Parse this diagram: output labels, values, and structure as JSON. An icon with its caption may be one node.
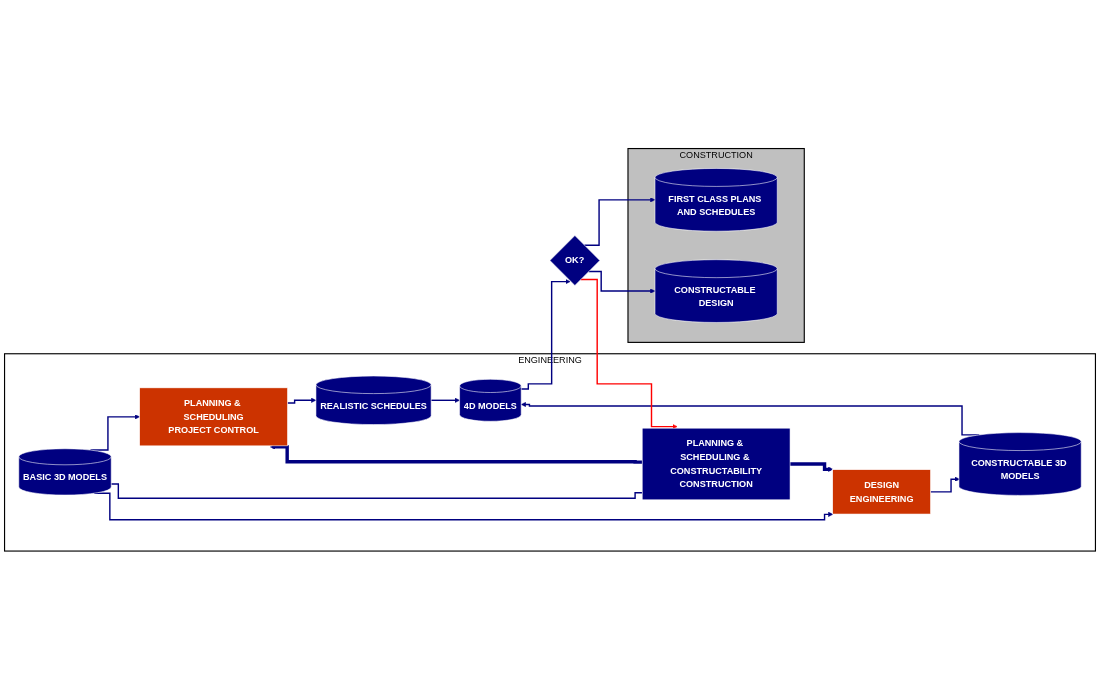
{
  "diagram": {
    "nodes": [
      {
        "text": [
          "ENGINEERING"
        ]
      },
      {
        "text": [
          "CONSTRUCTION"
        ]
      },
      {
        "text": [
          "BASIC 3D MODELS"
        ],
        "in": 0
      },
      {
        "text": [
          "PLANNING & SCHEDULING",
          "PROJECT CONTROL"
        ],
        "in": 0
      },
      {
        "text": [
          "PLANNING & SCHEDULING & CONSTRUCTABILITY",
          "CONSTRUCTION"
        ],
        "in": 0
      },
      {
        "text": [
          "DESIGN",
          "ENGINEERING"
        ],
        "in": 0
      },
      {
        "text": [
          "REALISTIC SCHEDULES"
        ],
        "in": 0
      },
      {
        "text": [
          "CONSTRUCTABLE 3D MODELS"
        ],
        "in": 0
      },
      {
        "text": [
          "4D MODELS"
        ],
        "in": 0
      },
      {
        "text": [
          "OK?"
        ]
      },
      {
        "text": [
          "FIRST CLASS PLANS AND SCHEDULES"
        ],
        "in": 1
      },
      {
        "text": [
          "CONSTRUCTABLE DESIGN"
        ],
        "in": 1
      }
    ],
    "edges": [
      {
        "from": 2,
        "to": 3,
        "arrow": "to"
      },
      {
        "from": 2,
        "to": 4,
        "arrow": "none"
      },
      {
        "from": 2,
        "to": 5,
        "arrow": "to"
      },
      {
        "from": 4,
        "to": 3,
        "arrow": "to",
        "style": "thick"
      },
      {
        "from": 4,
        "to": 5,
        "arrow": "to",
        "style": "thick"
      },
      {
        "from": 3,
        "to": 6,
        "arrow": "to"
      },
      {
        "from": 6,
        "to": 8,
        "arrow": "to"
      },
      {
        "from": 5,
        "to": 7,
        "arrow": "to"
      },
      {
        "from": 7,
        "to": 8,
        "arrow": "to"
      },
      {
        "from": 8,
        "to": 9,
        "arrow": "to"
      },
      {
        "from": 9,
        "to": 4,
        "arrow": "to",
        "color": "#ff0000"
      },
      {
        "from": 9,
        "to": 10,
        "arrow": "to"
      },
      {
        "from": 9,
        "to": 11,
        "arrow": "to"
      }
    ]
  }
}
